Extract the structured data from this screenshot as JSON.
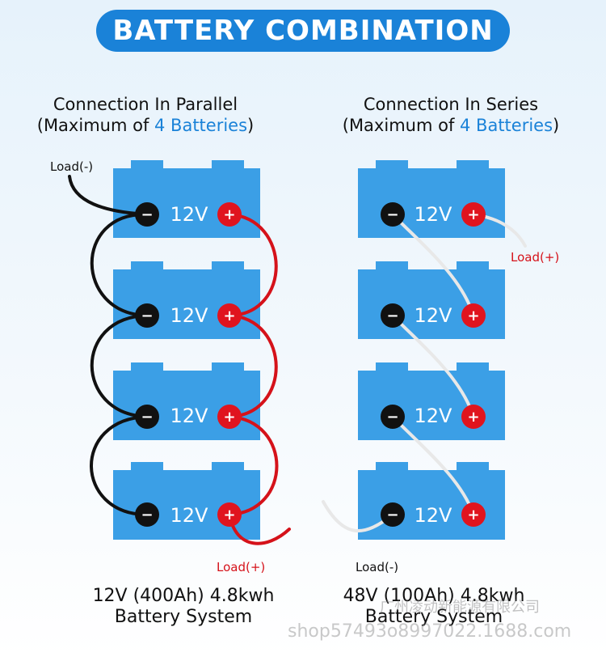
{
  "title": "BATTERY COMBINATION",
  "parallel": {
    "heading_line1": "Connection In Parallel",
    "heading_prefix": "(Maximum of ",
    "heading_highlight": "4 Batteries",
    "heading_suffix": ")",
    "load_negative": "Load(-)",
    "load_positive": "Load(+)",
    "system_spec": "12V (400Ah) 4.8kwh",
    "system_label": "Battery System"
  },
  "series": {
    "heading_line1": "Connection In Series",
    "heading_prefix": "(Maximum of ",
    "heading_highlight": "4 Batteries",
    "heading_suffix": ")",
    "load_negative": "Load(-)",
    "load_positive": "Load(+)",
    "system_spec": "48V (100Ah) 4.8kwh",
    "system_label": "Battery System"
  },
  "battery_voltage_label": "12V",
  "negative_symbol": "−",
  "positive_symbol": "+",
  "watermark_cn": "广州凌动新能源有限公司",
  "watermark_url": "shop57493o8997022.1688.com",
  "colors": {
    "accent": "#1a82d8",
    "battery": "#3b9fe6",
    "negative_terminal": "#111111",
    "positive_terminal": "#e0141e",
    "negative_wire": "#111111",
    "positive_wire": "#d5121a",
    "series_wire": "#e6e6e6",
    "load_positive_text": "#d5121a"
  }
}
